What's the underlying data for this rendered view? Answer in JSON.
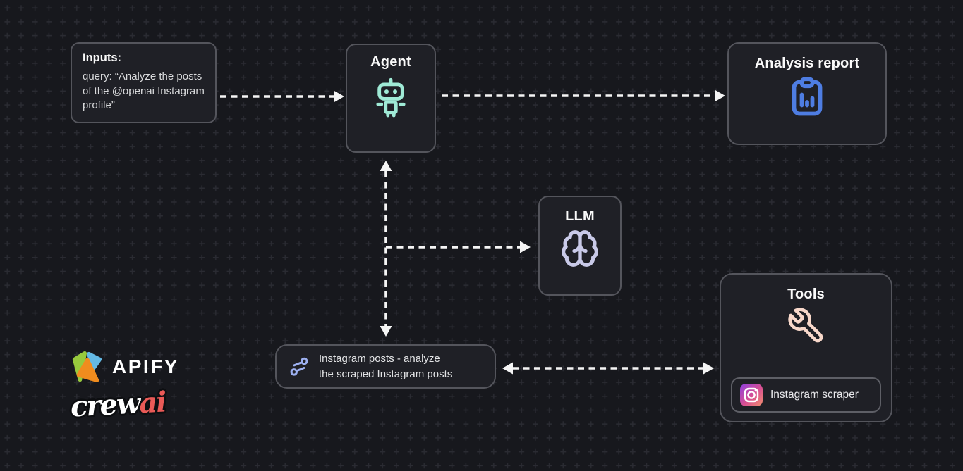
{
  "diagram": {
    "inputs": {
      "title": "Inputs:",
      "body": "query: “Analyze the posts of the @openai Instagram profile”"
    },
    "agent": {
      "title": "Agent",
      "icon": "robot-icon"
    },
    "analysis_report": {
      "title": "Analysis report",
      "icon": "clipboard-chart-icon"
    },
    "llm": {
      "title": "LLM",
      "icon": "brain-icon"
    },
    "tools": {
      "title": "Tools",
      "icon": "wrench-icon",
      "tool_item": {
        "label": "Instagram scraper",
        "icon": "instagram-icon"
      }
    },
    "task": {
      "icon": "nodes-icon",
      "label_line1": "Instagram posts - analyze",
      "label_line2": "the scraped Instagram posts"
    },
    "arrows": [
      {
        "from": "inputs",
        "to": "agent",
        "style": "dashed",
        "heads": [
          "end"
        ]
      },
      {
        "from": "agent",
        "to": "analysis_report",
        "style": "dashed",
        "heads": [
          "end"
        ]
      },
      {
        "from": "agent",
        "to": "task",
        "style": "dashed",
        "heads": [
          "start",
          "end"
        ]
      },
      {
        "from": "agent-task-line",
        "to": "llm",
        "style": "dashed",
        "heads": [
          "end"
        ]
      },
      {
        "from": "task",
        "to": "tools",
        "style": "dashed",
        "heads": [
          "start",
          "end"
        ]
      }
    ]
  },
  "logos": {
    "apify_text": "APIFY",
    "crewai_text_crew": "crew",
    "crewai_text_ai": "ai"
  },
  "colors": {
    "background": "#17181d",
    "pattern_plus": "#2a2b32",
    "box_fill": "#1f2026",
    "box_border": "#54555c",
    "arrow": "#f5f5f5",
    "robot_icon": "#9fead6",
    "clipboard_icon": "#4e7de2",
    "brain_icon": "#c9cae8",
    "wrench_icon": "#f8d8ca",
    "nodes_icon": "#9db0f0",
    "crewai_ai": "#ea5a57",
    "apify_green": "#97c93d",
    "apify_orange": "#f08c1e",
    "apify_blue": "#64b9e4"
  }
}
